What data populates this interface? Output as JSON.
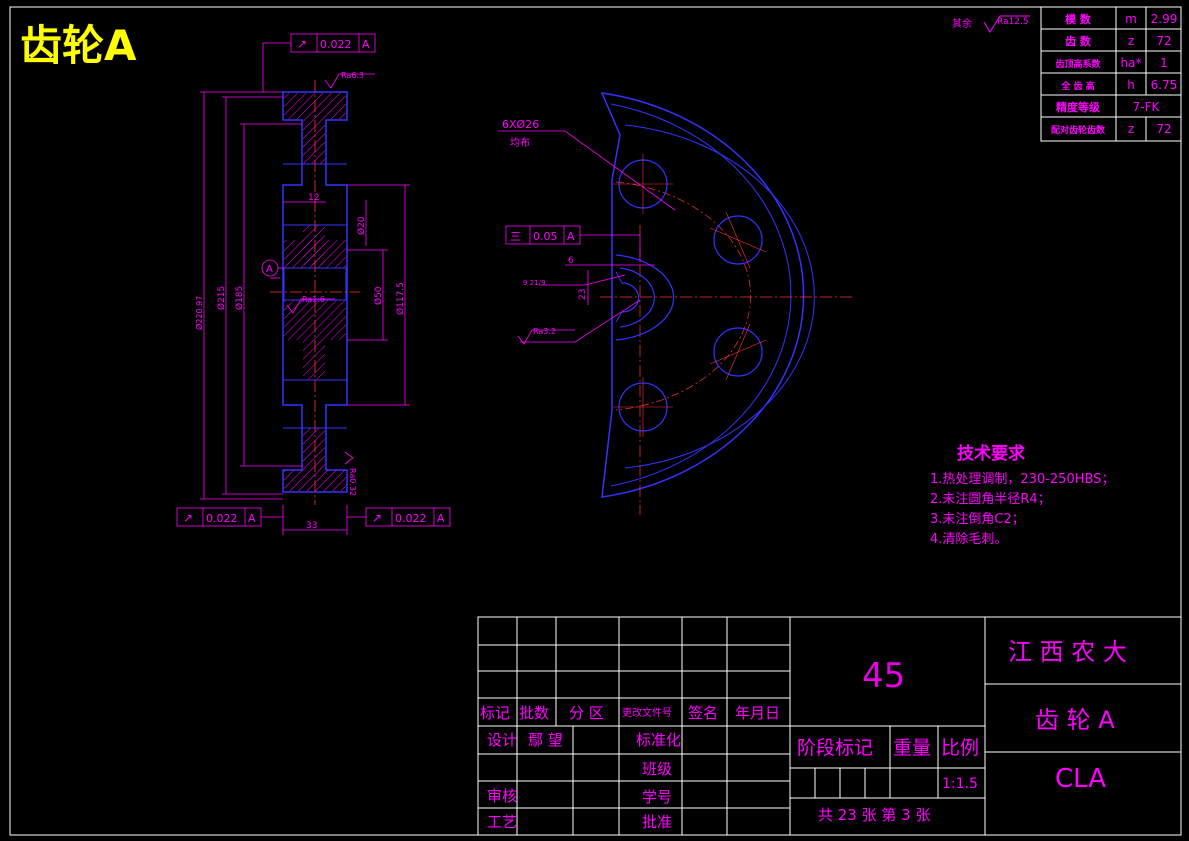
{
  "title": "齿轮A",
  "roughness_note": {
    "prefix": "其余",
    "value": "Ra12.5"
  },
  "params": [
    {
      "label": "模 数",
      "sym": "m",
      "val": "2.99"
    },
    {
      "label": "齿 数",
      "sym": "z",
      "val": "72"
    },
    {
      "label": "齿顶高系数",
      "sym": "ha*",
      "val": "1"
    },
    {
      "label": "全 齿 高",
      "sym": "h",
      "val": "6.75"
    },
    {
      "label": "精度等级",
      "sym": "",
      "val": "7-FK"
    },
    {
      "label": "配对齿轮齿数",
      "sym": "z",
      "val": "72"
    }
  ],
  "section_view": {
    "tol_top": {
      "sym": "↗",
      "val": "0.022",
      "datum": "A"
    },
    "tol_left": {
      "sym": "↗",
      "val": "0.022",
      "datum": "A"
    },
    "tol_right": {
      "sym": "↗",
      "val": "0.022",
      "datum": "A"
    },
    "datum_label": "A",
    "ra_top": "Ra6.3",
    "ra_bore": "Ra1.6",
    "ra_corner": "Ra0.32",
    "dim_hub_width": "12",
    "dim_width": "33",
    "dim_od": "Ø220.97",
    "dim_215": "Ø215",
    "dim_185": "Ø185",
    "dim_20": "Ø20",
    "dim_50": "Ø50",
    "dim_117": "Ø117.5"
  },
  "front_view": {
    "holes_label": "6XØ26",
    "holes_note": "均布",
    "tol_sym": "三",
    "tol_val": "0.05",
    "tol_datum": "A",
    "key_width": "6",
    "key_tol": "9 21/9",
    "key_depth": "23",
    "ra_key": "Ra3.2"
  },
  "tech_requirements": {
    "heading": "技术要求",
    "items": [
      "1.热处理调制，230-250HBS；",
      "2.未注圆角半径R4；",
      "3.未注倒角C2；",
      "4.清除毛刺。"
    ]
  },
  "title_block": {
    "header_labels": [
      "标记",
      "批数",
      "分 区",
      "更改文件号",
      "签名",
      "年月日"
    ],
    "design_label": "设计",
    "designer": "鄢 望",
    "standard_label": "标准化",
    "class_label": "班级",
    "review_label": "审核",
    "student_id_label": "学号",
    "process_label": "工艺",
    "approve_label": "批准",
    "material": "45",
    "stage_label": "阶段标记",
    "weight_label": "重量",
    "scale_label": "比例",
    "scale_value": "1:1.5",
    "sheets": "共 23 张 第 3 张",
    "school": "江 西 农 大",
    "part_name": "齿 轮 A",
    "code": "CLA"
  }
}
